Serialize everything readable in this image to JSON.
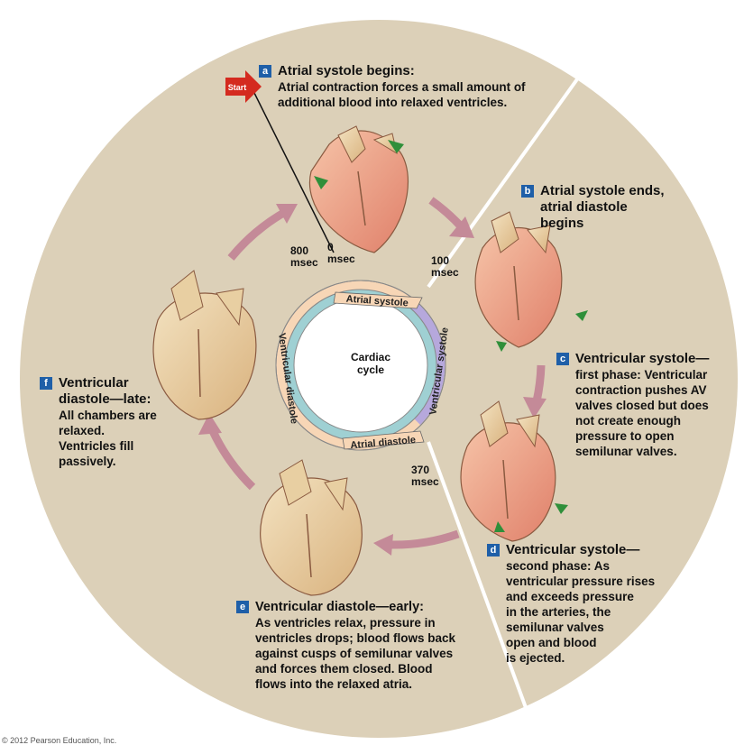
{
  "start_label": "Start",
  "center_label": [
    "Cardiac",
    "cycle"
  ],
  "phase_ring": {
    "atrial_systole": "Atrial systole",
    "atrial_diastole": "Atrial diastole",
    "ventricular_systole": "Ventricular systole",
    "ventricular_diastole": "Ventricular diastole"
  },
  "times": {
    "t0": [
      "0",
      "msec"
    ],
    "t100": [
      "100",
      "msec"
    ],
    "t370": [
      "370",
      "msec"
    ],
    "t800": [
      "800",
      "msec"
    ]
  },
  "steps": {
    "a": {
      "letter": "a",
      "title": "Atrial systole begins:",
      "lines": [
        "Atrial contraction forces a small amount of",
        "additional blood into relaxed ventricles."
      ]
    },
    "b": {
      "letter": "b",
      "title_lines": [
        "Atrial systole ends,",
        "atrial diastole",
        "begins"
      ]
    },
    "c": {
      "letter": "c",
      "title": "Ventricular systole—",
      "lines": [
        "first phase: Ventricular",
        "contraction pushes AV",
        "valves closed but does",
        "not create enough",
        "pressure  to open",
        "semilunar valves."
      ]
    },
    "d": {
      "letter": "d",
      "title": "Ventricular systole—",
      "lines": [
        "second phase: As",
        "ventricular pressure rises",
        "and exceeds pressure",
        "in the arteries, the",
        "semilunar valves",
        "open and blood",
        "is ejected."
      ]
    },
    "e": {
      "letter": "e",
      "title": "Ventricular diastole—early:",
      "lines": [
        "As ventricles relax, pressure in",
        "ventricles drops; blood flows back",
        "against cusps of semilunar valves",
        "and forces them closed. Blood",
        "flows into the relaxed atria."
      ]
    },
    "f": {
      "letter": "f",
      "title_lines": [
        "Ventricular",
        "diastole—late:"
      ],
      "lines": [
        "All chambers are",
        "relaxed.",
        "Ventricles fill",
        "passively."
      ]
    }
  },
  "copyright": "© 2012 Pearson Education, Inc.",
  "colors": {
    "background_disk": "#dcd0b8",
    "arrow": "#c48a98",
    "badge": "#1f5fa8",
    "atrial_band": "#f7d6b6",
    "ventricular_systole_band": "#b6a8dc",
    "inner_band": "#9fd0d3",
    "start": "#d42a1f"
  }
}
